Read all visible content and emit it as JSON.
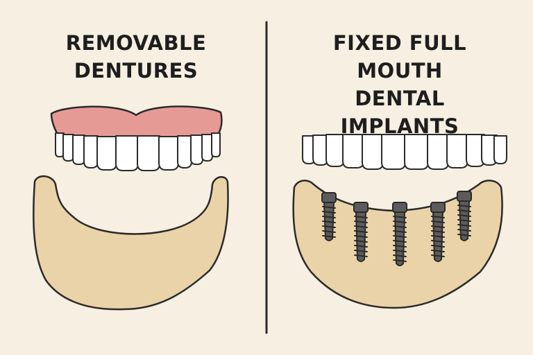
{
  "panels": {
    "left": {
      "title_line1": "REMOVABLE",
      "title_line2": "DENTURES"
    },
    "right": {
      "title_line1": "FIXED FULL MOUTH",
      "title_line2": "DENTAL IMPLANTS"
    }
  },
  "colors": {
    "background": "#f6efe2",
    "text": "#1e1e1e",
    "outline": "#2a2a2a",
    "gum": "#e69a96",
    "bone": "#ead3a8",
    "tooth": "#ffffff",
    "implant": "#5c5c5c"
  },
  "illustrations": {
    "left": [
      "denture-icon",
      "jawbone-icon"
    ],
    "right": [
      "implant-bridge-icon",
      "jawbone-icon",
      "implant-post-icon"
    ]
  }
}
